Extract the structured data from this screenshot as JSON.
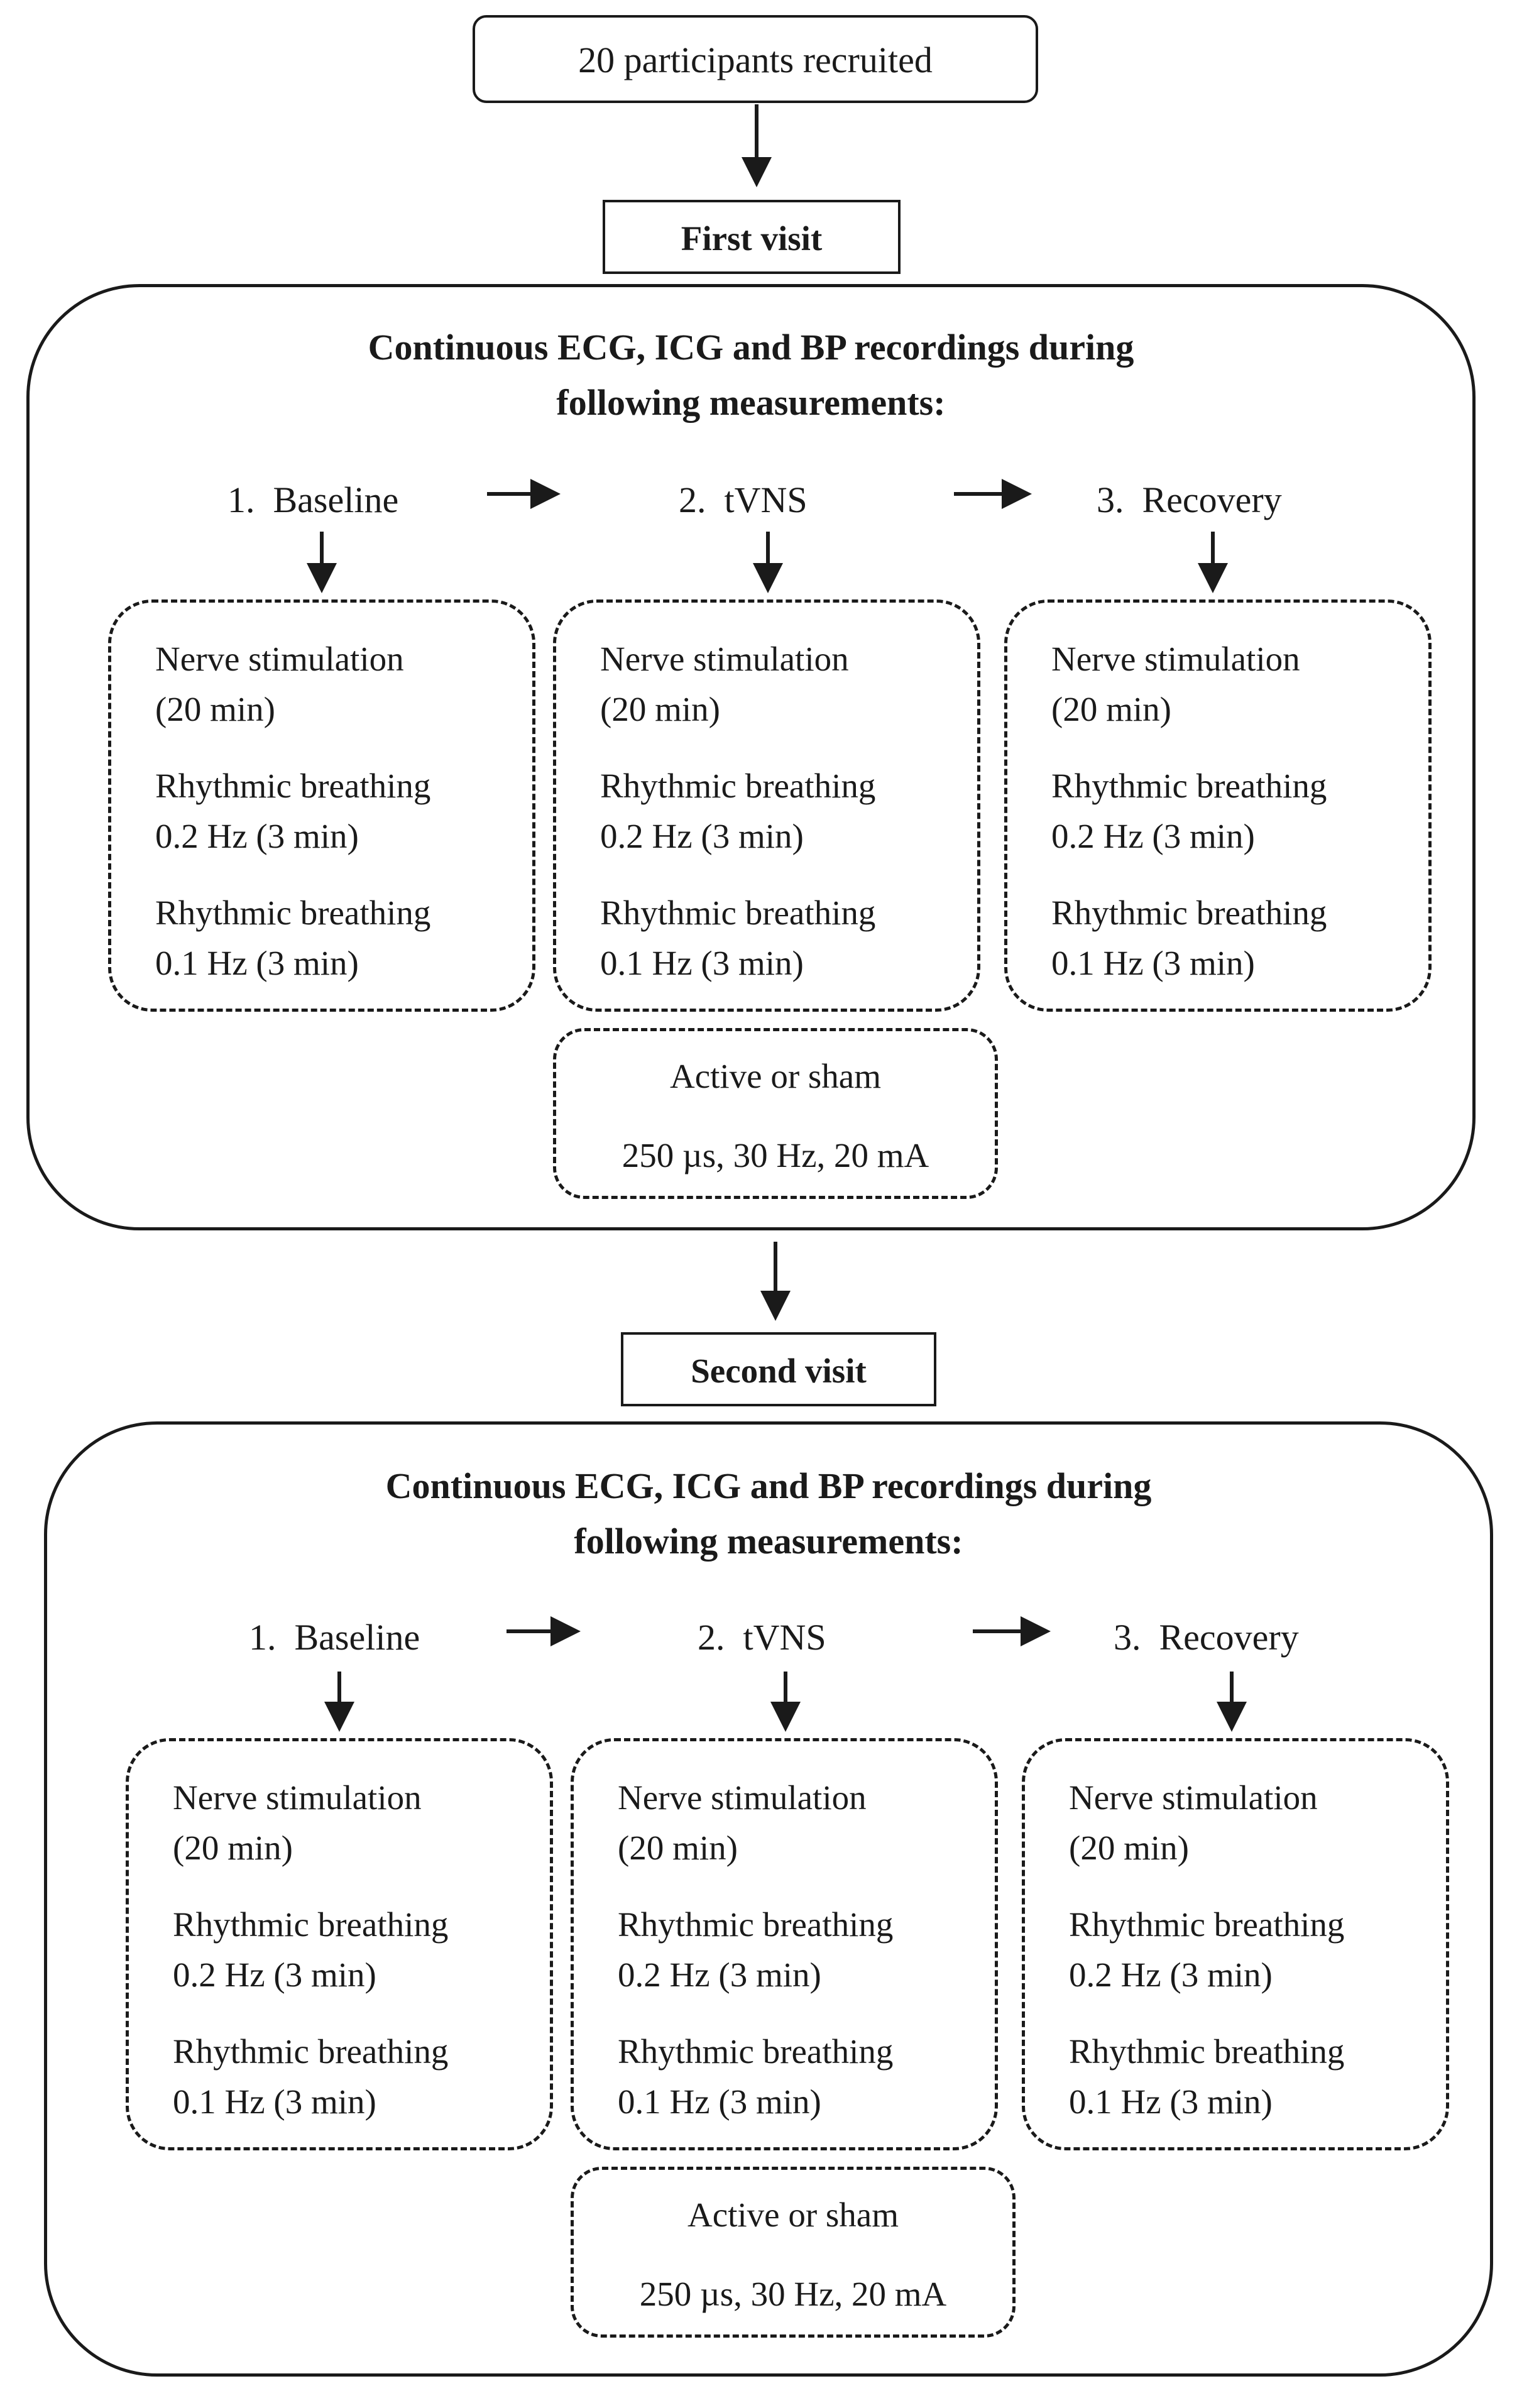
{
  "recruit": "20 participants recruited",
  "visits": [
    {
      "title": "First visit",
      "heading_line1": "Continuous ECG, ICG and BP recordings during",
      "heading_line2": "following measurements:",
      "phases": [
        {
          "num": "1.",
          "name": "Baseline"
        },
        {
          "num": "2.",
          "name": "tVNS"
        },
        {
          "num": "3.",
          "name": "Recovery"
        }
      ],
      "steps": [
        {
          "l1": "Nerve stimulation",
          "l2": "(20 min)",
          "l3": "Rhythmic breathing",
          "l4": "0.2 Hz (3 min)",
          "l5": "Rhythmic breathing",
          "l6": "0.1 Hz (3 min)"
        },
        {
          "l1": "Nerve stimulation",
          "l2": "(20 min)",
          "l3": "Rhythmic breathing",
          "l4": "0.2 Hz (3 min)",
          "l5": "Rhythmic breathing",
          "l6": "0.1 Hz (3 min)"
        },
        {
          "l1": "Nerve stimulation",
          "l2": "(20 min)",
          "l3": "Rhythmic breathing",
          "l4": "0.2 Hz (3 min)",
          "l5": "Rhythmic breathing",
          "l6": "0.1 Hz (3 min)"
        }
      ],
      "stim_title": "Active or sham",
      "stim_params": "250 µs, 30 Hz, 20 mA"
    },
    {
      "title": "Second visit",
      "heading_line1": "Continuous ECG, ICG and BP recordings during",
      "heading_line2": "following measurements:",
      "phases": [
        {
          "num": "1.",
          "name": "Baseline"
        },
        {
          "num": "2.",
          "name": "tVNS"
        },
        {
          "num": "3.",
          "name": "Recovery"
        }
      ],
      "steps": [
        {
          "l1": "Nerve stimulation",
          "l2": "(20 min)",
          "l3": "Rhythmic breathing",
          "l4": "0.2 Hz (3 min)",
          "l5": "Rhythmic breathing",
          "l6": "0.1 Hz (3 min)"
        },
        {
          "l1": "Nerve stimulation",
          "l2": "(20 min)",
          "l3": "Rhythmic breathing",
          "l4": "0.2 Hz (3 min)",
          "l5": "Rhythmic breathing",
          "l6": "0.1 Hz (3 min)"
        },
        {
          "l1": "Nerve stimulation",
          "l2": "(20 min)",
          "l3": "Rhythmic breathing",
          "l4": "0.2 Hz (3 min)",
          "l5": "Rhythmic breathing",
          "l6": "0.1 Hz (3 min)"
        }
      ],
      "stim_title": "Active or sham",
      "stim_params": "250 µs, 30 Hz, 20 mA"
    }
  ]
}
